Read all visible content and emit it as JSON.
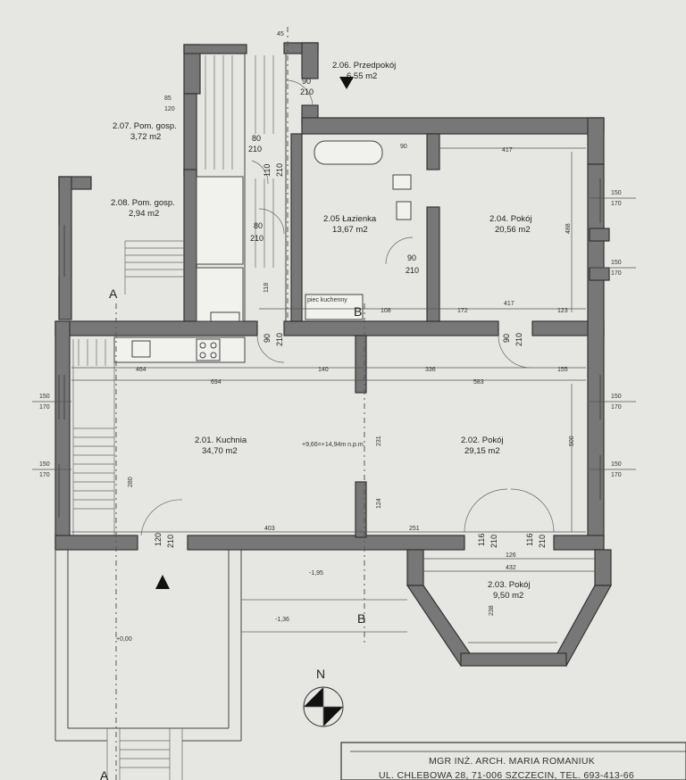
{
  "rooms": {
    "r206": {
      "name": "2.06. Przedpokój",
      "area": "6,55 m2"
    },
    "r207": {
      "name": "2.07. Pom. gosp.",
      "area": "3,72 m2"
    },
    "r208": {
      "name": "2.08. Pom. gosp.",
      "area": "2,94 m2"
    },
    "r205": {
      "name": "2.05 Łazienka",
      "area": "13,67 m2"
    },
    "r204": {
      "name": "2.04. Pokój",
      "area": "20,56 m2"
    },
    "r201": {
      "name": "2.01. Kuchnia",
      "area": "34,70 m2"
    },
    "r202": {
      "name": "2.02. Pokój",
      "area": "29,15 m2"
    },
    "r203": {
      "name": "2.03. Pokój",
      "area": "9,50 m2"
    }
  },
  "section_marks": {
    "a": "A",
    "b": "B"
  },
  "north": "N",
  "levels": {
    "main": "+9,66=+14,94m n.p.m.",
    "terrace": "-1,95",
    "ground": "-1,36",
    "bottom": "+0,00"
  },
  "fixtures": {
    "kitchen_sink": "piec kuchenny"
  },
  "doors": [
    {
      "id": "entrance",
      "w": "90",
      "h": "210"
    },
    {
      "id": "bath",
      "w": "90",
      "h": "210"
    },
    {
      "id": "pom207",
      "w": "80",
      "h": "210"
    },
    {
      "id": "pom208",
      "w": "80",
      "h": "210"
    },
    {
      "id": "pom208v",
      "w": "110",
      "h": "210"
    },
    {
      "id": "kitchen",
      "w": "90",
      "h": "210"
    },
    {
      "id": "room202",
      "w": "90",
      "h": "210"
    },
    {
      "id": "bay1",
      "w": "116",
      "h": "210"
    },
    {
      "id": "bay2",
      "w": "116",
      "h": "210"
    },
    {
      "id": "exit",
      "w": "120",
      "h": "210"
    }
  ],
  "dims": {
    "d464": "464",
    "d694": "694",
    "d140": "140",
    "d336": "336",
    "d583": "583",
    "d155": "155",
    "d417": "417",
    "d417b": "417",
    "d172": "172",
    "d123": "123",
    "d90": "90",
    "d403": "403",
    "d251": "251",
    "d432": "432",
    "d126": "126",
    "d238": "238",
    "d500": "500",
    "d488": "488",
    "d231": "231",
    "d124": "124",
    "d280": "280",
    "d118": "118",
    "d108": "108",
    "w150": "150",
    "w170": "170",
    "d85": "85",
    "d120": "120",
    "d45": "45"
  },
  "title_block": {
    "line1": "MGR INŻ. ARCH. MARIA ROMANIUK",
    "line2": "UL. CHLEBOWA 28, 71-006 SZCZECIN, TEL. 693-413-66"
  }
}
